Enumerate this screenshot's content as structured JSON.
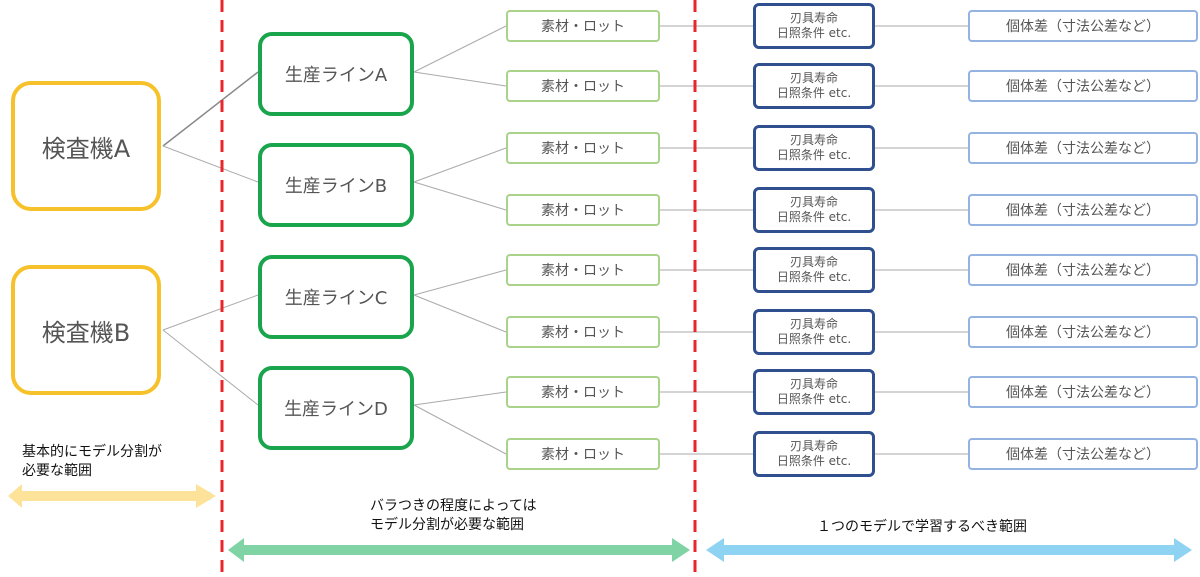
{
  "inspection_machines": [
    {
      "label": "検査機A"
    },
    {
      "label": "検査機B"
    }
  ],
  "production_lines": [
    {
      "label": "生産ラインA"
    },
    {
      "label": "生産ラインB"
    },
    {
      "label": "生産ラインC"
    },
    {
      "label": "生産ラインD"
    }
  ],
  "material_lot_label": "素材・ロット",
  "tool_condition_line1": "刃具寿命",
  "tool_condition_line2": "日照条件 etc.",
  "individual_diff_label": "個体差（寸法公差など）",
  "annotations": {
    "left_line1": "基本的にモデル分割が",
    "left_line2": "必要な範囲",
    "middle_line1": "バラつきの程度によっては",
    "middle_line2": "モデル分割が必要な範囲",
    "right": "１つのモデルで学習するべき範囲"
  },
  "colors": {
    "inspection_border": "#f6c12a",
    "line_border": "#1aa44b",
    "material_border": "#a9d28a",
    "tool_border": "#2f4f8f",
    "individual_border": "#95b3e0",
    "divider": "#e8262b",
    "arrow_left": "#fde39a",
    "arrow_middle": "#7fd3a4",
    "arrow_right": "#8fd3f2"
  }
}
